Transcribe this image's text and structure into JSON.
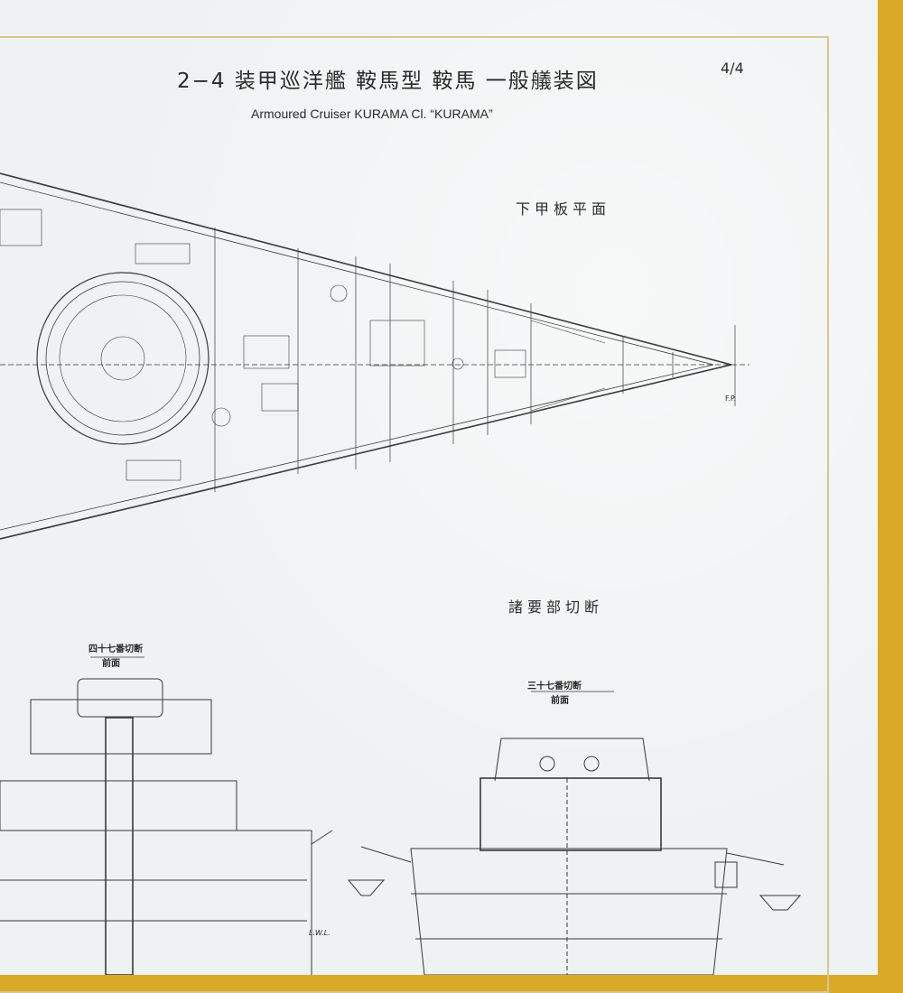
{
  "document": {
    "title": "2−4 装甲巡洋艦 鞍馬型 鞍馬 一般艤装図",
    "page_fraction": "4/4",
    "subtitle_en": "Armoured Cruiser KURAMA Cl. “KURAMA”"
  },
  "plan_view": {
    "label": "下甲板平面",
    "fp_marker": "F.P."
  },
  "sections": {
    "label": "諸要部切断",
    "left_section": {
      "frame_title": "四十七番切断",
      "facing": "前面"
    },
    "right_section": {
      "frame_title": "三十七番切断",
      "facing": "前面"
    },
    "waterline_marker": "L.W.L."
  },
  "colors": {
    "paper": "#eef2f2",
    "background": "#d9a928",
    "frame_border": "#d8c690",
    "ink": "#3a3a3a"
  }
}
